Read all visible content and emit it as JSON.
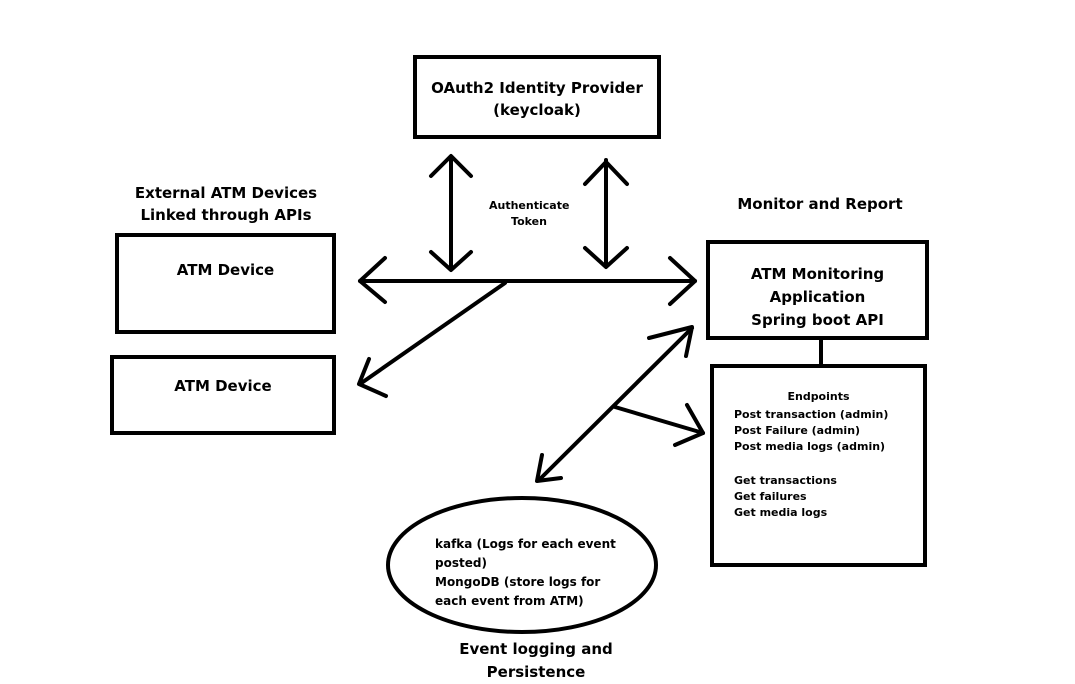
{
  "idp": {
    "line1": "OAuth2 Identity Provider",
    "line2": "(keycloak)"
  },
  "auth_label": {
    "line1": "Authenticate",
    "line2": "Token"
  },
  "external_heading": {
    "line1": "External ATM Devices",
    "line2": "Linked through APIs"
  },
  "atm_device_1": {
    "label": "ATM Device"
  },
  "atm_device_2": {
    "label": "ATM Device"
  },
  "monitor_heading": {
    "label": "Monitor and Report"
  },
  "monitoring_app": {
    "line1": "ATM Monitoring",
    "line2": "Application",
    "line3": "Spring boot API"
  },
  "endpoints": {
    "title": "Endpoints",
    "post_items": [
      "Post transaction (admin)",
      "Post Failure (admin)",
      "Post media logs (admin)"
    ],
    "get_items": [
      "Get transactions",
      "Get failures",
      "Get media logs"
    ]
  },
  "storage": {
    "kafka_line1": "kafka (Logs for each event",
    "kafka_line2": "posted)",
    "mongo_line1": "MongoDB (store logs for",
    "mongo_line2": "each event from ATM)"
  },
  "storage_caption": {
    "line1": "Event logging and",
    "line2": "Persistence"
  }
}
